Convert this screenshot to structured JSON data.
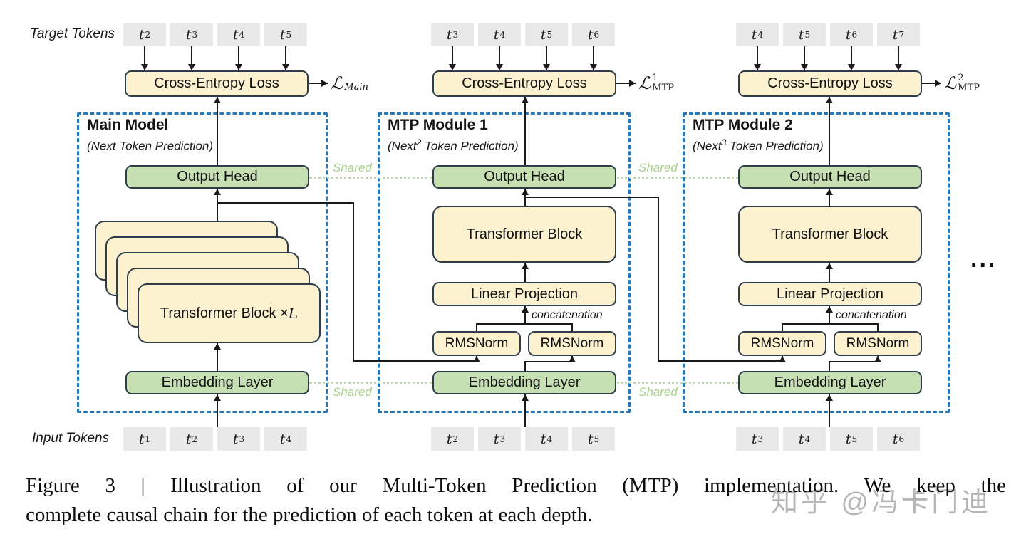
{
  "figure": {
    "labels": {
      "target_tokens": "Target Tokens",
      "input_tokens": "Input Tokens",
      "cross_entropy": "Cross-Entropy Loss",
      "output_head": "Output Head",
      "embedding": "Embedding Layer",
      "linear_projection": "Linear Projection",
      "rmsnorm": "RMSNorm",
      "concatenation": "concatenation",
      "shared": "Shared",
      "ellipsis": "..."
    },
    "colors": {
      "box_cream": "#fcf2cf",
      "box_green": "#c6e0b4",
      "token_gray": "#e9e9e9",
      "dashed_blue": "#2279bd",
      "shared_green": "#a9d18e",
      "line_black": "#1a1a1a"
    },
    "modules": [
      {
        "title": "Main Model",
        "subtitle": {
          "prefix": "(Next",
          "sup": "",
          "suffix": " Token Prediction)"
        },
        "loss": {
          "base": "ℒ",
          "sup": "",
          "sub": "Main"
        },
        "transformer": {
          "prefix": "Transformer Block × ",
          "var": "L"
        },
        "target_tokens": [
          {
            "base": "t",
            "sub": "2"
          },
          {
            "base": "t",
            "sub": "3"
          },
          {
            "base": "t",
            "sub": "4"
          },
          {
            "base": "t",
            "sub": "5"
          }
        ],
        "input_tokens": [
          {
            "base": "t",
            "sub": "1"
          },
          {
            "base": "t",
            "sub": "2"
          },
          {
            "base": "t",
            "sub": "3"
          },
          {
            "base": "t",
            "sub": "4"
          }
        ]
      },
      {
        "title": "MTP Module 1",
        "subtitle": {
          "prefix": "(Next",
          "sup": "2",
          "suffix": " Token Prediction)"
        },
        "loss": {
          "base": "ℒ",
          "sup": "1",
          "sub": "MTP"
        },
        "transformer": {
          "label": "Transformer Block"
        },
        "target_tokens": [
          {
            "base": "t",
            "sub": "3"
          },
          {
            "base": "t",
            "sub": "4"
          },
          {
            "base": "t",
            "sub": "5"
          },
          {
            "base": "t",
            "sub": "6"
          }
        ],
        "input_tokens": [
          {
            "base": "t",
            "sub": "2"
          },
          {
            "base": "t",
            "sub": "3"
          },
          {
            "base": "t",
            "sub": "4"
          },
          {
            "base": "t",
            "sub": "5"
          }
        ]
      },
      {
        "title": "MTP Module 2",
        "subtitle": {
          "prefix": "(Next",
          "sup": "3",
          "suffix": " Token Prediction)"
        },
        "loss": {
          "base": "ℒ",
          "sup": "2",
          "sub": "MTP"
        },
        "transformer": {
          "label": "Transformer Block"
        },
        "target_tokens": [
          {
            "base": "t",
            "sub": "4"
          },
          {
            "base": "t",
            "sub": "5"
          },
          {
            "base": "t",
            "sub": "6"
          },
          {
            "base": "t",
            "sub": "7"
          }
        ],
        "input_tokens": [
          {
            "base": "t",
            "sub": "3"
          },
          {
            "base": "t",
            "sub": "4"
          },
          {
            "base": "t",
            "sub": "5"
          },
          {
            "base": "t",
            "sub": "6"
          }
        ]
      }
    ]
  },
  "caption": {
    "line1": "Figure 3 | Illustration of our Multi-Token Prediction (MTP) implementation. We keep the",
    "line2": "complete causal chain for the prediction of each token at each depth."
  },
  "watermark": "知乎 @冯卡门迪"
}
